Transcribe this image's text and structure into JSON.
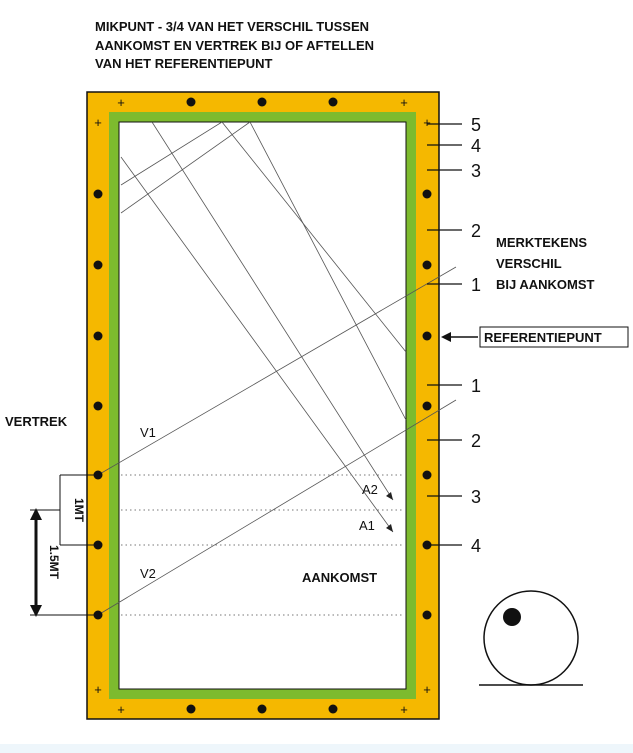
{
  "title_lines": [
    "MIKPUNT - 3/4 VAN HET VERSCHIL TUSSEN",
    "AANKOMST EN VERTREK  BIJ OF  AFTELLEN",
    "VAN HET REFERENTIEPUNT"
  ],
  "right_numbers_upper": [
    "5",
    "4",
    "3",
    "2",
    "1"
  ],
  "right_numbers_lower": [
    "1",
    "2",
    "3",
    "4"
  ],
  "merktekens_lines": [
    "MERKTEKENS",
    "VERSCHIL",
    "BIJ AANKOMST"
  ],
  "referentiepunt_label": "REFERENTIEPUNT",
  "vertrek_label": "VERTREK",
  "aankomst_label": "AANKOMST",
  "v1_label": "V1",
  "v2_label": "V2",
  "a1_label": "A1",
  "a2_label": "A2",
  "measure_1mt": "1MT",
  "measure_15mt": "1.5MT",
  "colors": {
    "rail": "#f5b800",
    "cushion": "#7dbb2e",
    "outline": "#111111",
    "surface": "#ffffff",
    "lines": "#555555"
  }
}
